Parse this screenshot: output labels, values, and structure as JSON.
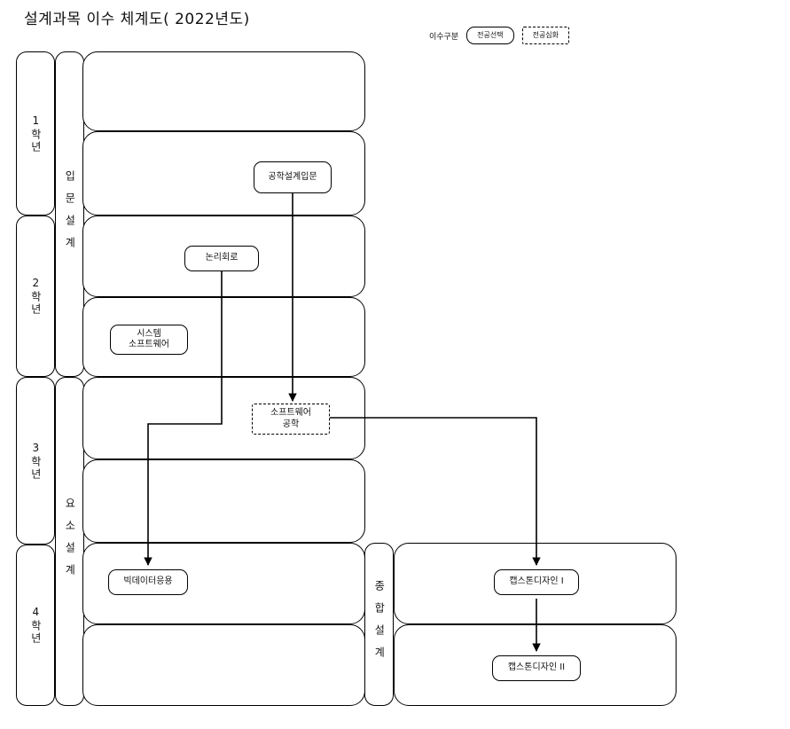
{
  "title": "설계과목 이수 체계도( 2022년도)",
  "legend": {
    "label": "이수구분",
    "items": [
      {
        "name": "major-elective",
        "label": "전공선택",
        "style": "solid-rounded"
      },
      {
        "name": "major-advanced",
        "label": "전공심화",
        "style": "dashed-rect"
      }
    ]
  },
  "year_column": {
    "items": [
      {
        "label": "1학년"
      },
      {
        "label": "2학년"
      },
      {
        "label": "3학년"
      },
      {
        "label": "4학년"
      }
    ]
  },
  "stage_column": {
    "items": [
      {
        "label": "입문설계"
      },
      {
        "label": "요소설계"
      },
      {
        "label": "종합설계"
      }
    ]
  },
  "semester_bands": {
    "count": 8,
    "note": "빈 학기 영역"
  },
  "courses": [
    {
      "id": "eng-design-intro",
      "label": "공학설계입문",
      "type": "전공선택"
    },
    {
      "id": "logic-circuit",
      "label": "논리회로",
      "type": "전공선택"
    },
    {
      "id": "system-software",
      "label": "시스템\n소프트웨어",
      "type": "전공선택"
    },
    {
      "id": "software-engineering",
      "label": "소프트웨어\n공학",
      "type": "전공심화"
    },
    {
      "id": "bigdata-application",
      "label": "빅데이터응용",
      "type": "전공선택"
    },
    {
      "id": "capstone-design-1",
      "label": "캡스톤디자인 I",
      "type": "전공선택"
    },
    {
      "id": "capstone-design-2",
      "label": "캡스톤디자인 II",
      "type": "전공선택"
    }
  ],
  "edges": [
    {
      "from": "eng-design-intro",
      "to": "software-engineering"
    },
    {
      "from": "logic-circuit",
      "to": "bigdata-application"
    },
    {
      "from": "software-engineering",
      "to": "capstone-design-1"
    },
    {
      "from": "capstone-design-1",
      "to": "capstone-design-2"
    }
  ],
  "colors": {
    "stroke": "#000000",
    "background": "#ffffff",
    "text": "#111111"
  }
}
